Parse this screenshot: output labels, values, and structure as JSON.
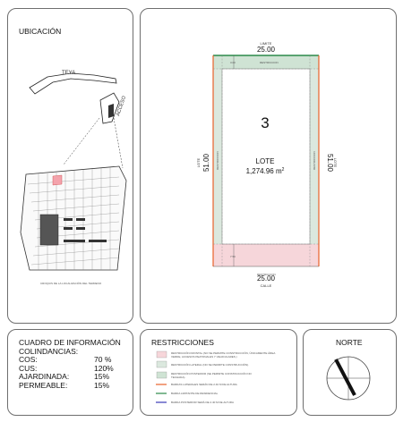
{
  "ubicacion": {
    "title": "UBICACIÓN",
    "teya": "TEYA",
    "acceso": "ACCESO",
    "caption": "CROQUIS DE LA LOCALIZACIÓN DEL TERRENO"
  },
  "plano": {
    "lot_number": "3",
    "lot_label": "LOTE",
    "lot_area": "1,274.96 m",
    "area_sup": "2",
    "top_label": "LIMITE",
    "top_dim": "25.00",
    "bottom_dim": "25.00",
    "bottom_label": "CALLE",
    "left_label": "LOTE",
    "left_dim": "51.00",
    "right_label": "LOTE",
    "right_dim": "51.00",
    "top_band_text": "RESTRICCION",
    "bottom_band_text": "RESTRICCION",
    "side_band_text": "RESTRICCION",
    "top_band_dim": "3.00",
    "bottom_band_dim": "7.50"
  },
  "info": {
    "title": "CUADRO DE INFORMACIÓN",
    "subtitle": "COLINDANCIAS:",
    "rows": [
      {
        "label": "COS:",
        "value": "70 %"
      },
      {
        "label": "CUS:",
        "value": "120%"
      },
      {
        "label": "AJARDINADA:",
        "value": "15%"
      },
      {
        "label": "PERMEABLE:",
        "value": "15%"
      }
    ]
  },
  "restricciones": {
    "title": "RESTRICCIONES",
    "items": [
      {
        "text": "RESTRICCIÓN FRONTAL (NO SE PERMITE CONSTRUCCIÓN, ÚNICAMENTE ÁREA VERDE, ACCESOS PEATONALES Y VEHICULARES.)"
      },
      {
        "text": "RESTRICCIÓN LATERAL (NO SE PERMITE CONSTRUCCIÓN)."
      },
      {
        "text": "RESTRICCIÓN POSTERIOR (SE PERMITE CONSTRUCCIÓN NO TECHADA)."
      },
      {
        "text": "BARDAS LATERALES SERÁN DE 2.40 M DE ALTURA"
      },
      {
        "text": "BARDA LIMITANTE DE RESIDENCIAL"
      },
      {
        "text": "BARDA POSTERIOR SERÁ DE 2.40 M DE ALTURA"
      }
    ]
  },
  "norte": {
    "title": "NORTE"
  },
  "colors": {
    "front": "#f6d6da",
    "lateral": "#dbe8de",
    "posterior": "#cfe3d4",
    "orange": "#e8622a",
    "green": "#2b8a4a",
    "blue": "#3a3ab8",
    "border": "#6e6e6e"
  }
}
